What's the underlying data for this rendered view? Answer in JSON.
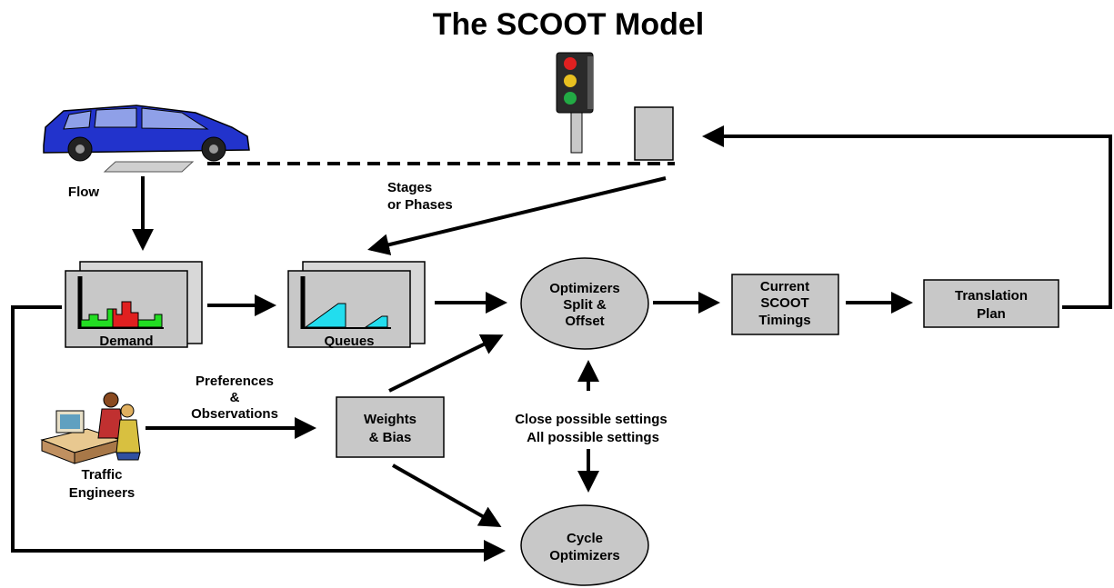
{
  "title": "The SCOOT Model",
  "labels": {
    "flow": "Flow",
    "stages_line1": "Stages",
    "stages_line2": "or Phases",
    "demand": "Demand",
    "queues": "Queues",
    "optimizers_line1": "Optimizers",
    "optimizers_line2": "Split &",
    "optimizers_line3": "Offset",
    "current_line1": "Current",
    "current_line2": "SCOOT",
    "current_line3": "Timings",
    "translation_line1": "Translation",
    "translation_line2": "Plan",
    "preferences_line1": "Preferences",
    "preferences_line2": "&",
    "preferences_line3": "Observations",
    "weights_line1": "Weights",
    "weights_line2": "& Bias",
    "close_settings": "Close possible settings",
    "all_settings": "All possible settings",
    "engineers_line1": "Traffic",
    "engineers_line2": "Engineers",
    "cycle_line1": "Cycle",
    "cycle_line2": "Optimizers"
  },
  "colors": {
    "box_fill": "#c8c8c8",
    "demand_bars": "#22dd22",
    "demand_bars_red": "#e02020",
    "queue_fill": "#22ddee",
    "car": "#2233cc"
  },
  "icons": [
    "car-icon",
    "traffic-light-icon",
    "detector-loop-icon",
    "controller-cabinet-icon",
    "traffic-engineers-icon"
  ]
}
